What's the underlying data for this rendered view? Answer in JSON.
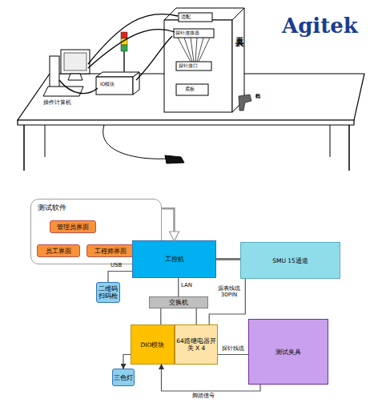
{
  "diagram": {
    "nodes": [
      {
        "text": [
          "测试软件"
        ]
      },
      {
        "text": [
          "管理员界面"
        ],
        "in": 0
      },
      {
        "text": [
          "员工界面"
        ],
        "in": 0
      },
      {
        "text": [
          "工程师界面"
        ],
        "in": 0
      },
      {
        "text": [
          "工控机"
        ]
      },
      {
        "text": [
          "SMU 15通道"
        ]
      },
      {
        "text": [
          "二维码扫码枪"
        ]
      },
      {
        "text": [
          "交换机"
        ]
      },
      {
        "text": [
          "DIO模块"
        ]
      },
      {
        "text": [
          "64路继电器开关 X 4"
        ]
      },
      {
        "text": [
          "测试夹具"
        ]
      },
      {
        "text": [
          "三色灯"
        ]
      }
    ],
    "edges": [
      {
        "from": 0,
        "to": 4,
        "arrow": "to"
      },
      {
        "from": 6,
        "to": 4,
        "label": "USB",
        "arrow": "none"
      },
      {
        "from": 4,
        "to": 7,
        "label": "LAN",
        "arrow": "none"
      },
      {
        "from": 4,
        "to": 5,
        "arrow": "none"
      },
      {
        "from": 7,
        "to": 8,
        "arrow": "none"
      },
      {
        "from": 7,
        "to": 9,
        "arrow": "none"
      },
      {
        "from": 5,
        "to": 9,
        "label": "源表线缆 30PIN",
        "arrow": "none"
      },
      {
        "from": 9,
        "to": 10,
        "label": "探针线缆",
        "arrow": "none"
      },
      {
        "from": 10,
        "to": 8,
        "label": "脚踏信号",
        "arrow": "to"
      },
      {
        "from": 8,
        "to": 11,
        "arrow": "to"
      }
    ],
    "labels": [
      "Agitek",
      "操作计算机",
      "IO模块",
      "适配",
      "探针连接器",
      "探针接口",
      "底板",
      "工装夹具",
      "扫码枪"
    ]
  }
}
